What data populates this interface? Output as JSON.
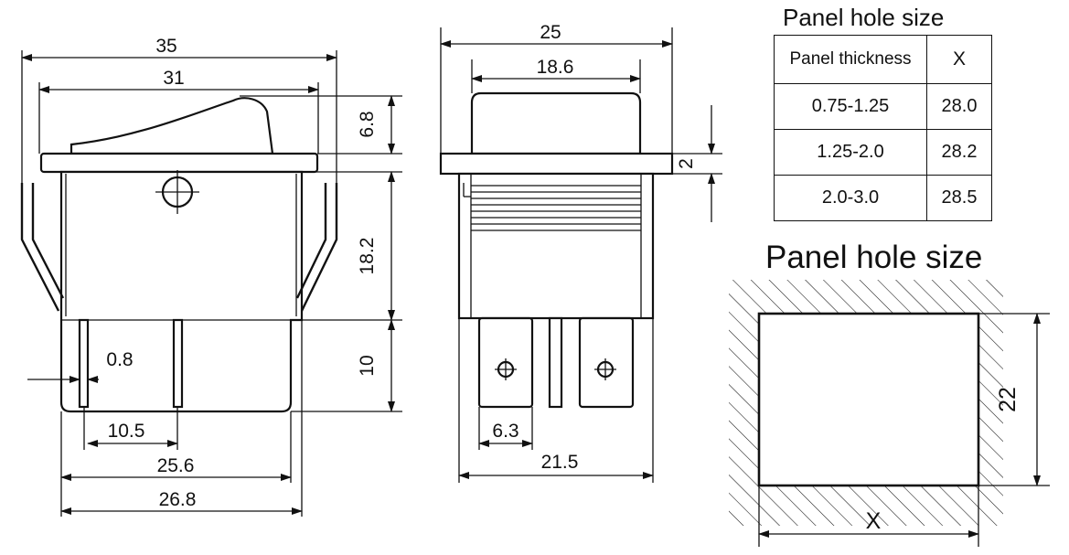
{
  "side_view": {
    "dim_35": "35",
    "dim_31": "31",
    "dim_6_8": "6.8",
    "dim_18_2": "18.2",
    "dim_10": "10",
    "dim_0_8": "0.8",
    "dim_10_5": "10.5",
    "dim_25_6": "25.6",
    "dim_26_8": "26.8"
  },
  "front_view": {
    "dim_25": "25",
    "dim_18_6": "18.6",
    "dim_2": "2",
    "dim_6_3": "6.3",
    "dim_21_5": "21.5"
  },
  "table": {
    "title": "Panel hole size",
    "headers": [
      "Panel thickness",
      "X"
    ],
    "rows": [
      [
        "0.75-1.25",
        "28.0"
      ],
      [
        "1.25-2.0",
        "28.2"
      ],
      [
        "2.0-3.0",
        "28.5"
      ]
    ]
  },
  "panel_hole": {
    "title": "Panel hole size",
    "height_label": "22",
    "width_label": "X"
  }
}
